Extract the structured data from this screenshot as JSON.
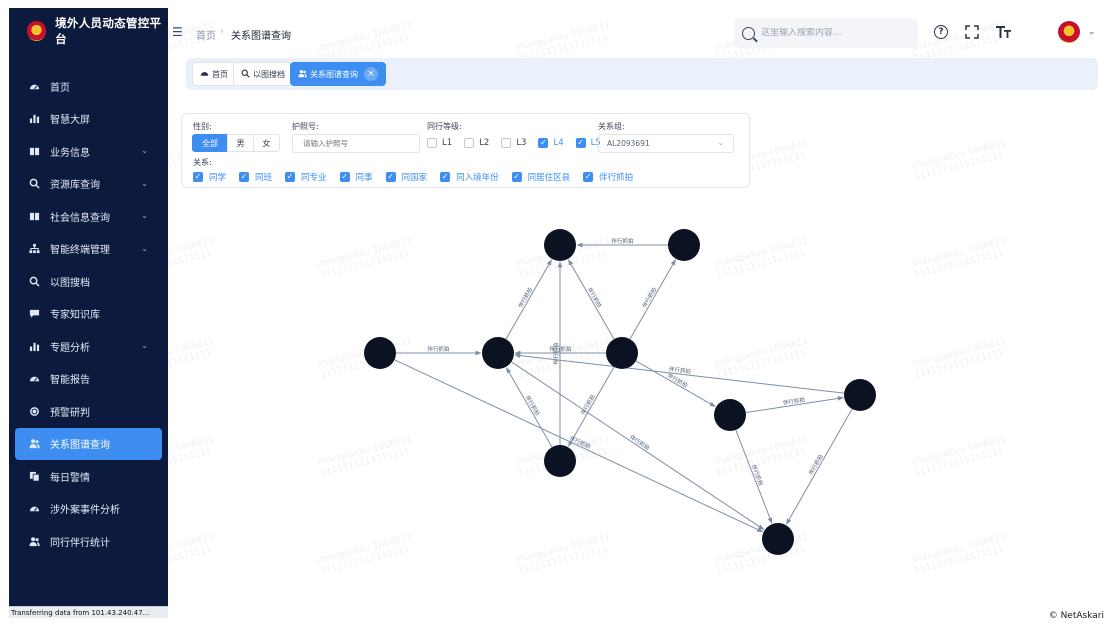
{
  "app": {
    "title": "境外人员动态管控平台"
  },
  "sidebar": {
    "items": [
      {
        "label": "首页",
        "icon": "dashboard-icon",
        "chevron": false,
        "active": false
      },
      {
        "label": "智慧大屏",
        "icon": "bar-chart-icon",
        "chevron": false,
        "active": false
      },
      {
        "label": "业务信息",
        "icon": "book-icon",
        "chevron": true,
        "active": false
      },
      {
        "label": "资源库查询",
        "icon": "search-icon",
        "chevron": true,
        "active": false
      },
      {
        "label": "社会信息查询",
        "icon": "book-icon",
        "chevron": true,
        "active": false
      },
      {
        "label": "智能终端管理",
        "icon": "network-icon",
        "chevron": true,
        "active": false
      },
      {
        "label": "以图搜档",
        "icon": "search-icon",
        "chevron": false,
        "active": false
      },
      {
        "label": "专家知识库",
        "icon": "message-icon",
        "chevron": false,
        "active": false
      },
      {
        "label": "专题分析",
        "icon": "bar-chart-icon",
        "chevron": true,
        "active": false
      },
      {
        "label": "智能报告",
        "icon": "dashboard-icon",
        "chevron": false,
        "active": false
      },
      {
        "label": "预警研判",
        "icon": "target-icon",
        "chevron": false,
        "active": false
      },
      {
        "label": "关系图谱查询",
        "icon": "users-icon",
        "chevron": false,
        "active": true
      },
      {
        "label": "每日警情",
        "icon": "copy-icon",
        "chevron": false,
        "active": false
      },
      {
        "label": "涉外案事件分析",
        "icon": "dashboard-icon",
        "chevron": false,
        "active": false
      },
      {
        "label": "同行伴行统计",
        "icon": "users-icon",
        "chevron": false,
        "active": false
      }
    ]
  },
  "status_bar": {
    "text": "Transferring data from 101.43.240.47..."
  },
  "header": {
    "breadcrumb": [
      "首页",
      "关系图谱查询"
    ],
    "search_placeholder": "这里输入搜索内容..."
  },
  "tabs": [
    {
      "label": "首页",
      "icon": "dashboard-icon",
      "active": false
    },
    {
      "label": "以图搜档",
      "icon": "search-icon",
      "active": false
    },
    {
      "label": "关系图谱查询",
      "icon": "users-icon",
      "active": true
    }
  ],
  "filters": {
    "gender_label": "性别:",
    "gender_options": [
      "全部",
      "男",
      "女"
    ],
    "gender_selected": "全部",
    "passport_label": "护照号:",
    "passport_placeholder": "请输入护照号",
    "level_label": "同行等级:",
    "levels": [
      {
        "label": "L1",
        "checked": false
      },
      {
        "label": "L2",
        "checked": false
      },
      {
        "label": "L3",
        "checked": false
      },
      {
        "label": "L4",
        "checked": true
      },
      {
        "label": "L5",
        "checked": true
      }
    ],
    "group_label": "关系组:",
    "group_value": "AL2093691",
    "relation_label": "关系:",
    "relations": [
      {
        "label": "同学",
        "checked": true
      },
      {
        "label": "同班",
        "checked": true
      },
      {
        "label": "同专业",
        "checked": true
      },
      {
        "label": "同事",
        "checked": true
      },
      {
        "label": "同国家",
        "checked": true
      },
      {
        "label": "同入境年份",
        "checked": true
      },
      {
        "label": "同居住区县",
        "checked": true
      },
      {
        "label": "伴行抓拍",
        "checked": true
      }
    ]
  },
  "graph": {
    "edge_label": "伴行抓拍",
    "node_color": "#0b1322",
    "edge_color": "#7d8fa6"
  },
  "watermark": {
    "line1": "zhangjiakou 1006611",
    "line2": "1111111111111111"
  },
  "credit": "© NetAskari"
}
